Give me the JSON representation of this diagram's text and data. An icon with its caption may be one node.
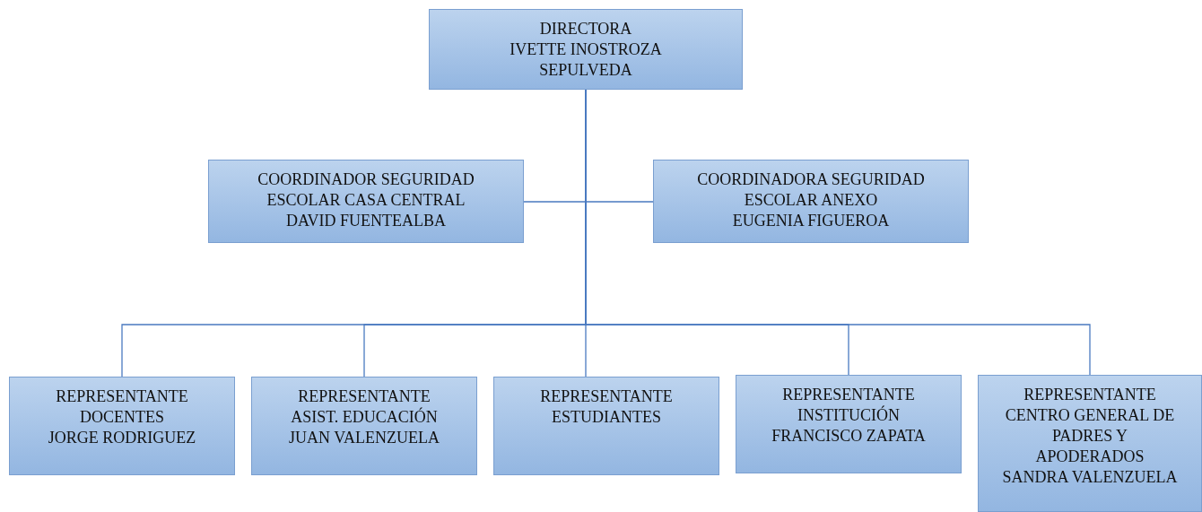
{
  "diagram": {
    "nodes": [
      {
        "text": [
          "DIRECTORA",
          "IVETTE INOSTROZA SEPULVEDA"
        ]
      },
      {
        "text": [
          "COORDINADOR SEGURIDAD ESCOLAR CASA CENTRAL",
          "DAVID FUENTEALBA"
        ]
      },
      {
        "text": [
          "COORDINADORA SEGURIDAD ESCOLAR ANEXO",
          "EUGENIA FIGUEROA"
        ]
      },
      {
        "text": [
          "REPRESENTANTE DOCENTES",
          "JORGE RODRIGUEZ"
        ]
      },
      {
        "text": [
          "REPRESENTANTE ASIST. EDUCACIÓN",
          "JUAN VALENZUELA"
        ]
      },
      {
        "text": [
          "REPRESENTANTE ESTUDIANTES"
        ]
      },
      {
        "text": [
          "REPRESENTANTE INSTITUCIÓN",
          "FRANCISCO ZAPATA"
        ]
      },
      {
        "text": [
          "REPRESENTANTE CENTRO GENERAL DE PADRES Y APODERADOS",
          "SANDRA VALENZUELA"
        ]
      }
    ],
    "edges": [
      {
        "from": 0,
        "to": 1,
        "arrow": "none"
      },
      {
        "from": 0,
        "to": 2,
        "arrow": "none"
      },
      {
        "from": 0,
        "to": 3,
        "arrow": "none"
      },
      {
        "from": 0,
        "to": 4,
        "arrow": "none"
      },
      {
        "from": 0,
        "to": 5,
        "arrow": "none"
      },
      {
        "from": 0,
        "to": 6,
        "arrow": "none"
      },
      {
        "from": 0,
        "to": 7,
        "arrow": "none"
      }
    ]
  }
}
